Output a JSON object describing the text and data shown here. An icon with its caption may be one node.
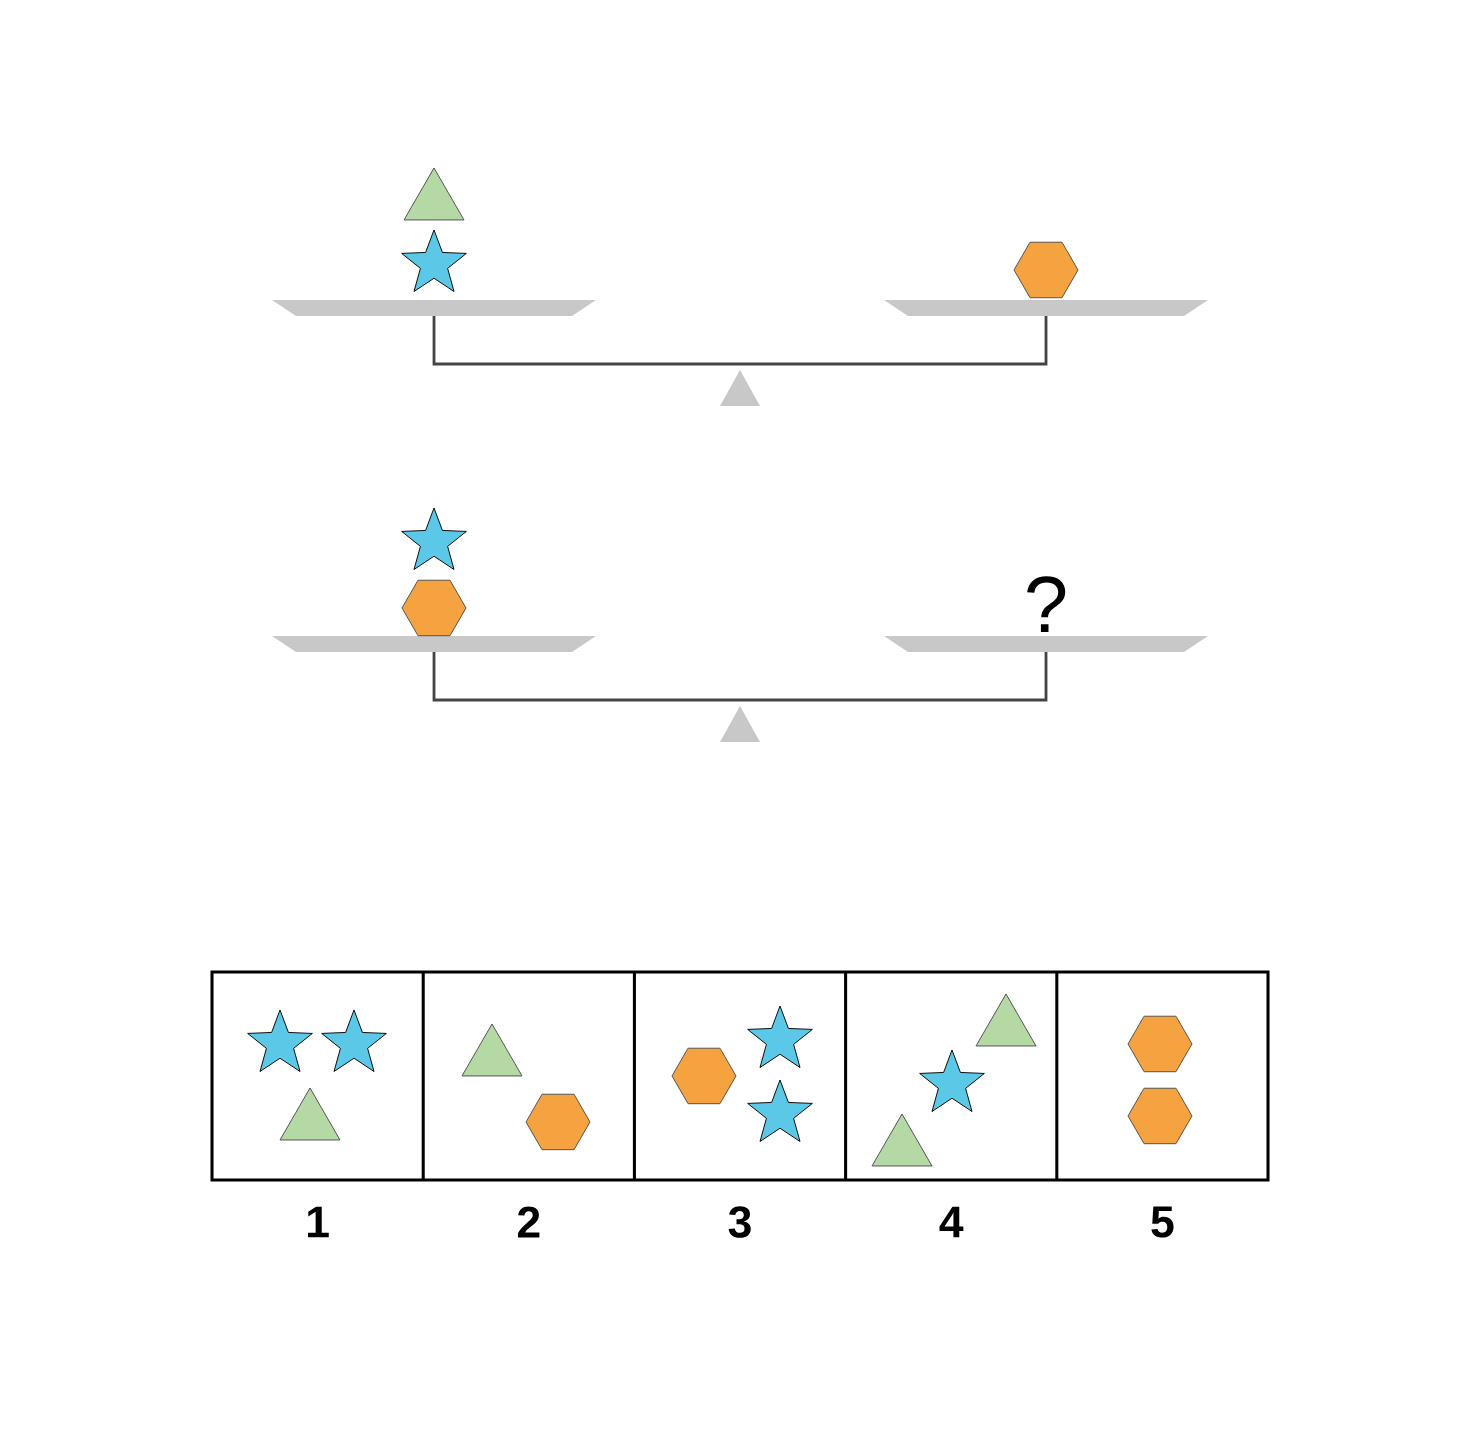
{
  "diagram": {
    "labels": [
      "?",
      "1",
      "2",
      "3",
      "4",
      "5"
    ]
  }
}
